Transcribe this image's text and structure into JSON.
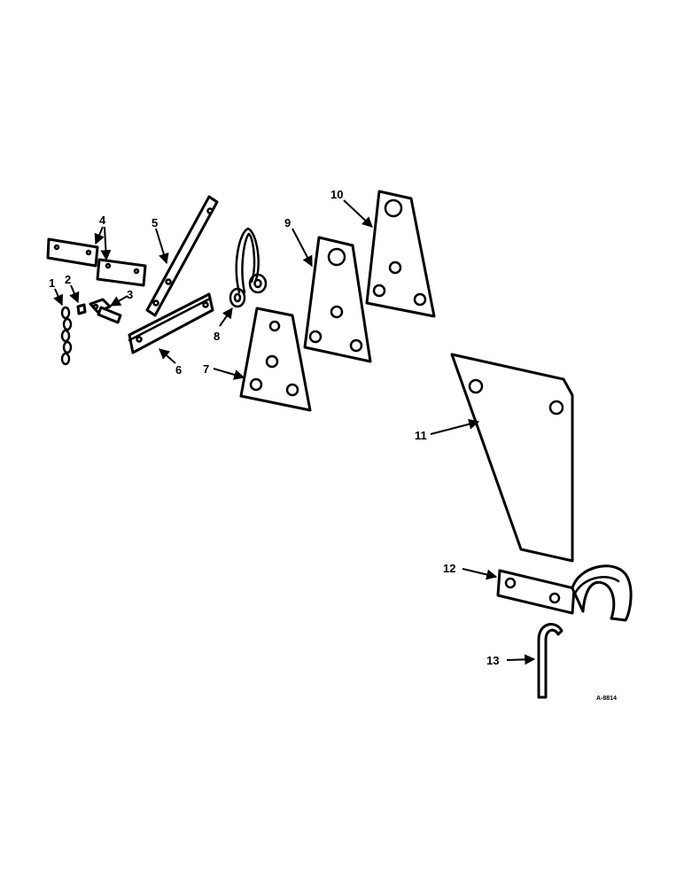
{
  "callouts": {
    "c1": "1",
    "c2": "2",
    "c3": "3",
    "c4": "4",
    "c5": "5",
    "c6": "6",
    "c7": "7",
    "c8": "8",
    "c9": "9",
    "c10": "10",
    "c11": "11",
    "c12": "12",
    "c13": "13"
  },
  "drawing_code": "A-8814"
}
